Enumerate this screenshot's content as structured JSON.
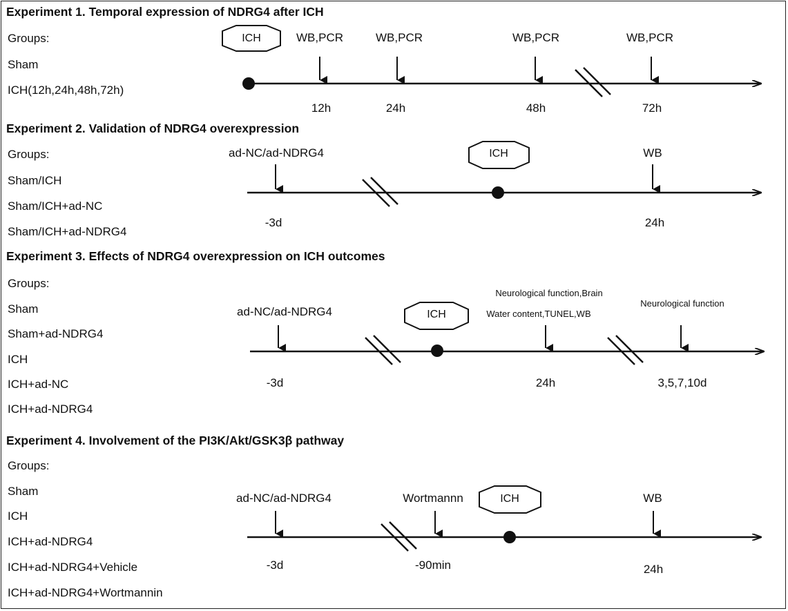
{
  "experiments": [
    {
      "title": "Experiment 1. Temporal expression of NDRG4 after ICH",
      "groups": [
        "Groups:",
        "Sham",
        "ICH(12h,24h,48h,72h)"
      ],
      "ich_label": "ICH",
      "events": [
        {
          "label": "WB,PCR",
          "time": "12h"
        },
        {
          "label": "WB,PCR",
          "time": "24h"
        },
        {
          "label": "WB,PCR",
          "time": "48h"
        },
        {
          "label": "WB,PCR",
          "time": "72h"
        }
      ]
    },
    {
      "title": "Experiment 2. Validation of NDRG4 overexpression",
      "groups": [
        "Groups:",
        "Sham/ICH",
        "Sham/ICH+ad-NC",
        "Sham/ICH+ad-NDRG4"
      ],
      "ich_label": "ICH",
      "events": [
        {
          "label": "ad-NC/ad-NDRG4",
          "time": "-3d"
        },
        {
          "label": "WB",
          "time": "24h"
        }
      ]
    },
    {
      "title": "Experiment 3. Effects of NDRG4 overexpression on ICH outcomes",
      "groups": [
        "Groups:",
        "Sham",
        "Sham+ad-NDRG4",
        "ICH",
        "ICH+ad-NC",
        "ICH+ad-NDRG4"
      ],
      "ich_label": "ICH",
      "events": [
        {
          "label": "ad-NC/ad-NDRG4",
          "time": "-3d"
        },
        {
          "label_line1": "Neurological function,Brain",
          "label_line2": "Water content,TUNEL,WB",
          "time": "24h"
        },
        {
          "label": "Neurological function",
          "time": "3,5,7,10d"
        }
      ]
    },
    {
      "title": "Experiment 4. Involvement of the PI3K/Akt/GSK3β pathway",
      "groups": [
        "Groups:",
        "Sham",
        "ICH",
        "ICH+ad-NDRG4",
        "ICH+ad-NDRG4+Vehicle",
        "ICH+ad-NDRG4+Wortmannin"
      ],
      "ich_label": "ICH",
      "events": [
        {
          "label": "ad-NC/ad-NDRG4",
          "time": "-3d"
        },
        {
          "label": "Wortmannn",
          "time": "-90min"
        },
        {
          "label": "WB",
          "time": "24h"
        }
      ]
    }
  ]
}
